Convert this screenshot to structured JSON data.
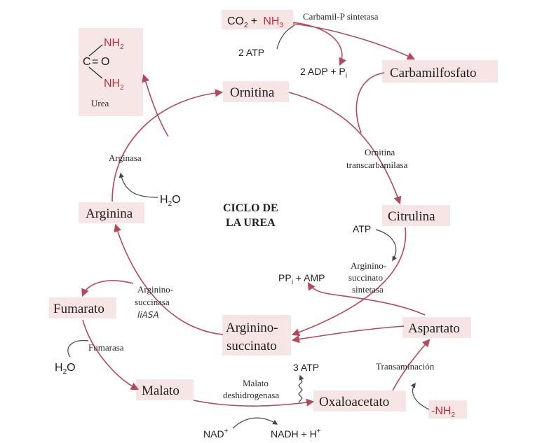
{
  "title": {
    "line1": "CICLO DE",
    "line2": "LA UREA"
  },
  "nodes": {
    "co2": "CO",
    "co2_sub": "2",
    "plus1": "+",
    "nh3": "NH",
    "nh3_sub": "3",
    "carbamilfosfato": "Carbamilfosfato",
    "ornitina": "Ornitina",
    "citrulina": "Citrulina",
    "argininosuccinato_1": "Arginino-",
    "argininosuccinato_2": "succinato",
    "arginina": "Arginina",
    "fumarato": "Fumarato",
    "malato": "Malato",
    "oxaloacetato": "Oxaloacetato",
    "aspartato": "Aspartato"
  },
  "urea": {
    "nh2_top": "NH",
    "nh2_bottom": "NH",
    "sub": "2",
    "c": "C",
    "eq": "=",
    "o": "O",
    "label": "Urea"
  },
  "enzymes": {
    "carbamil_p_sintetasa": "Carbamil-P sintetasa",
    "ornitina_transcarbamilasa_1": "Ornitina",
    "ornitina_transcarbamilasa_2": "transcarbamilasa",
    "arginino_succinato_sintetasa_1": "Arginino-",
    "arginino_succinato_sintetasa_2": "succinato",
    "arginino_succinato_sintetasa_3": "sintetasa",
    "arginino_succinasa_1": "Arginino-",
    "arginino_succinasa_2": "succinasa",
    "arginino_succinasa_hand": "liASA",
    "arginasa": "Arginasa",
    "fumarasa": "Fumarasa",
    "malato_dh_1": "Malato",
    "malato_dh_2": "deshidrogenasa",
    "transaminacion": "Transaminación"
  },
  "cofactors": {
    "atp_2": "2 ATP",
    "adp_2": "2 ADP + P",
    "adp_sub": "i",
    "atp": "ATP",
    "ppi_amp": "PP",
    "ppi_sub": "i",
    "ppi_rest": " + AMP",
    "h2o_1": "H",
    "h2o_1_sub": "2",
    "h2o_1_o": "O",
    "h2o_2": "H",
    "h2o_2_sub": "2",
    "h2o_2_o": "O",
    "atp_3": "3 ATP",
    "nad": "NAD",
    "nad_sup": "+",
    "nadh": "NADH + H",
    "nadh_sup": "+",
    "nh2_minus": "-NH",
    "nh2_sub": "2"
  },
  "colors": {
    "arrow": "#b5485a",
    "box": "#f7e4e4",
    "red_text": "#c0303a"
  }
}
